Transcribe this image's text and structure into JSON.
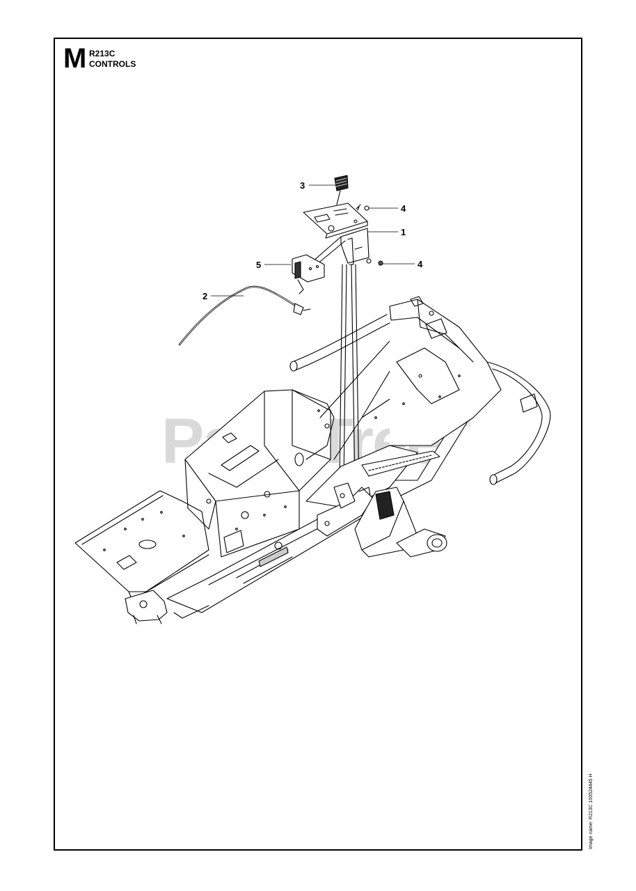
{
  "header": {
    "section_letter": "M",
    "model": "R213C",
    "title": "CONTROLS"
  },
  "watermark": {
    "text": "PartsTree",
    "trademark": "TM"
  },
  "callouts": [
    {
      "label": "3"
    },
    {
      "label": "4"
    },
    {
      "label": "1"
    },
    {
      "label": "5"
    },
    {
      "label": "4"
    },
    {
      "label": "2"
    }
  ],
  "footer": {
    "image_name": "Image name: R213C 100524445 H"
  }
}
